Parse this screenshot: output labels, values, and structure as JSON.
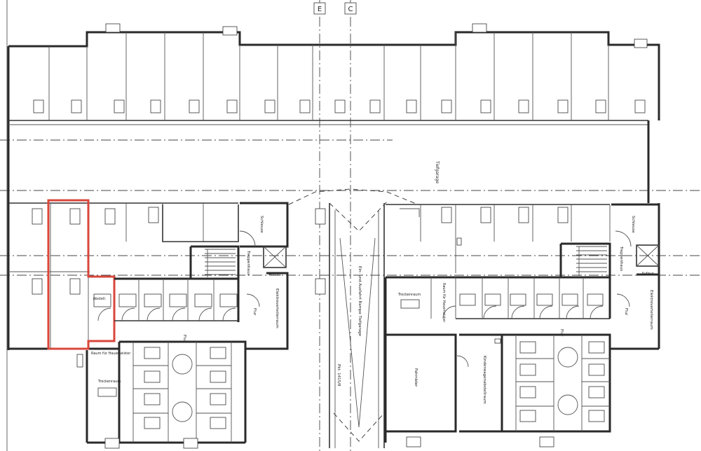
{
  "drawing": {
    "axis_top": [
      "E",
      "C"
    ],
    "colors": {
      "walls": "#2a2a2a",
      "highlight": "#d9473c",
      "paper": "#ffffff"
    },
    "labels": {
      "tiefgarage": "Tiefgarage",
      "ramp": "Ein- und Ausfahrt Rampe Tiefgarage",
      "ramp_note": "Pkt. 1415/8",
      "aufzug_left": "Aufzug",
      "aufzug_right": "Aufzug",
      "treppenhaus_left": "Treppenhaus",
      "treppenhaus_right": "Treppenhaus",
      "schleuse_left": "Schleuse",
      "schleuse_right": "Schleuse",
      "elektro_left": "Elektroverteilerraum",
      "elektro_right": "Elektroverteilerraum",
      "flur_left": "Flur",
      "flur_right": "Flur",
      "flur_center_left": "Flur",
      "flur_center_right": "Flur",
      "raum_hausmeister": "Raum für Hausmeister",
      "trockenraum_left": "Trockenraum",
      "trockenraum_right": "Trockenraum",
      "raum_hausmeister_right": "Raum für Hausmeister",
      "fahrraeder": "Fahrräder",
      "kinderwagen": "Kinderwagenabstellraum",
      "abstell": "Abstell."
    }
  }
}
